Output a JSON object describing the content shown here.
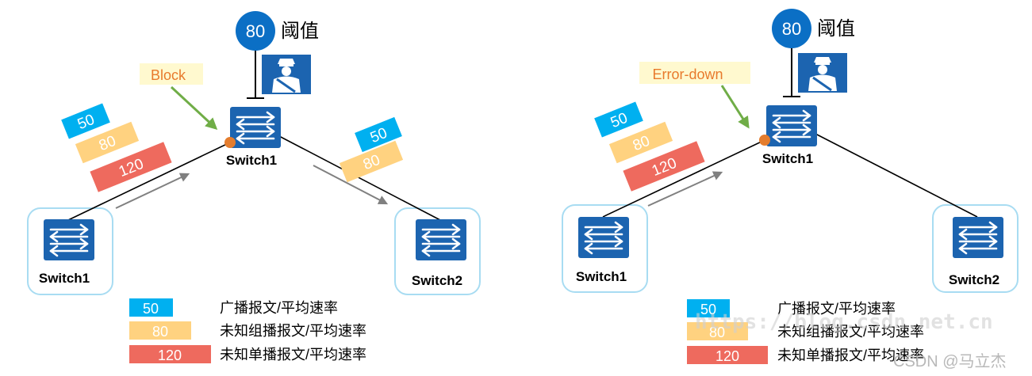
{
  "threshold": {
    "value": "80",
    "label": "阈值"
  },
  "labels": {
    "block": "Block",
    "error_down": "Error-down",
    "switch1": "Switch1",
    "switch2": "Switch2"
  },
  "tags": {
    "broadcast": "50",
    "unknown_multicast": "80",
    "unknown_unicast": "120"
  },
  "legend": [
    {
      "value": "50",
      "text": "广播报文/平均速率",
      "color": "#00b0f0"
    },
    {
      "value": "80",
      "text": "未知组播报文/平均速率",
      "color": "#ffd280"
    },
    {
      "value": "120",
      "text": "未知单播报文/平均速率",
      "color": "#ee6a5e"
    }
  ],
  "colors": {
    "switch_blue": "#1c64b0",
    "badge_blue": "#0b6fc5",
    "port_orange": "#e47d2e",
    "arrow_green": "#70ad47",
    "box_border": "#a8dcf2",
    "callout_bg": "#fff9cf",
    "callout_text": "#e87a2c"
  },
  "icons": [
    "switch-icon",
    "guard-icon",
    "arrow-right-icon"
  ],
  "watermark": {
    "url": "https://blog.csdn.net.cn",
    "credit": "CSDN @马立杰"
  }
}
